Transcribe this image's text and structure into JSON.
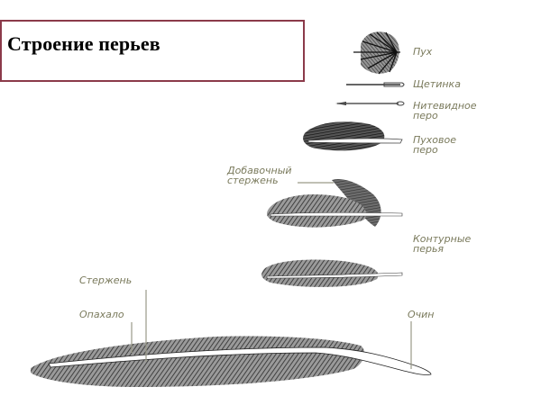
{
  "title": "Строение перьев",
  "colors": {
    "title_border": "#8b3a4a",
    "title_text": "#000000",
    "label_text": "#7a7a5c",
    "leader_line": "#9a9a88",
    "feather_dark": "#2a2a2a",
    "feather_mid": "#777777",
    "shaft": "#ffffff"
  },
  "labels": {
    "down": "Пух",
    "bristle": "Щетинка",
    "filoplume_1": "Нитевидное",
    "filoplume_2": "перо",
    "semiplume_1": "Пуховое",
    "semiplume_2": "перо",
    "aftershaft_1": "Добавочный",
    "aftershaft_2": "стержень",
    "contour_1": "Контурные",
    "contour_2": "перья",
    "rachis": "Стержень",
    "vane": "Опахало",
    "calamus": "Очин"
  }
}
